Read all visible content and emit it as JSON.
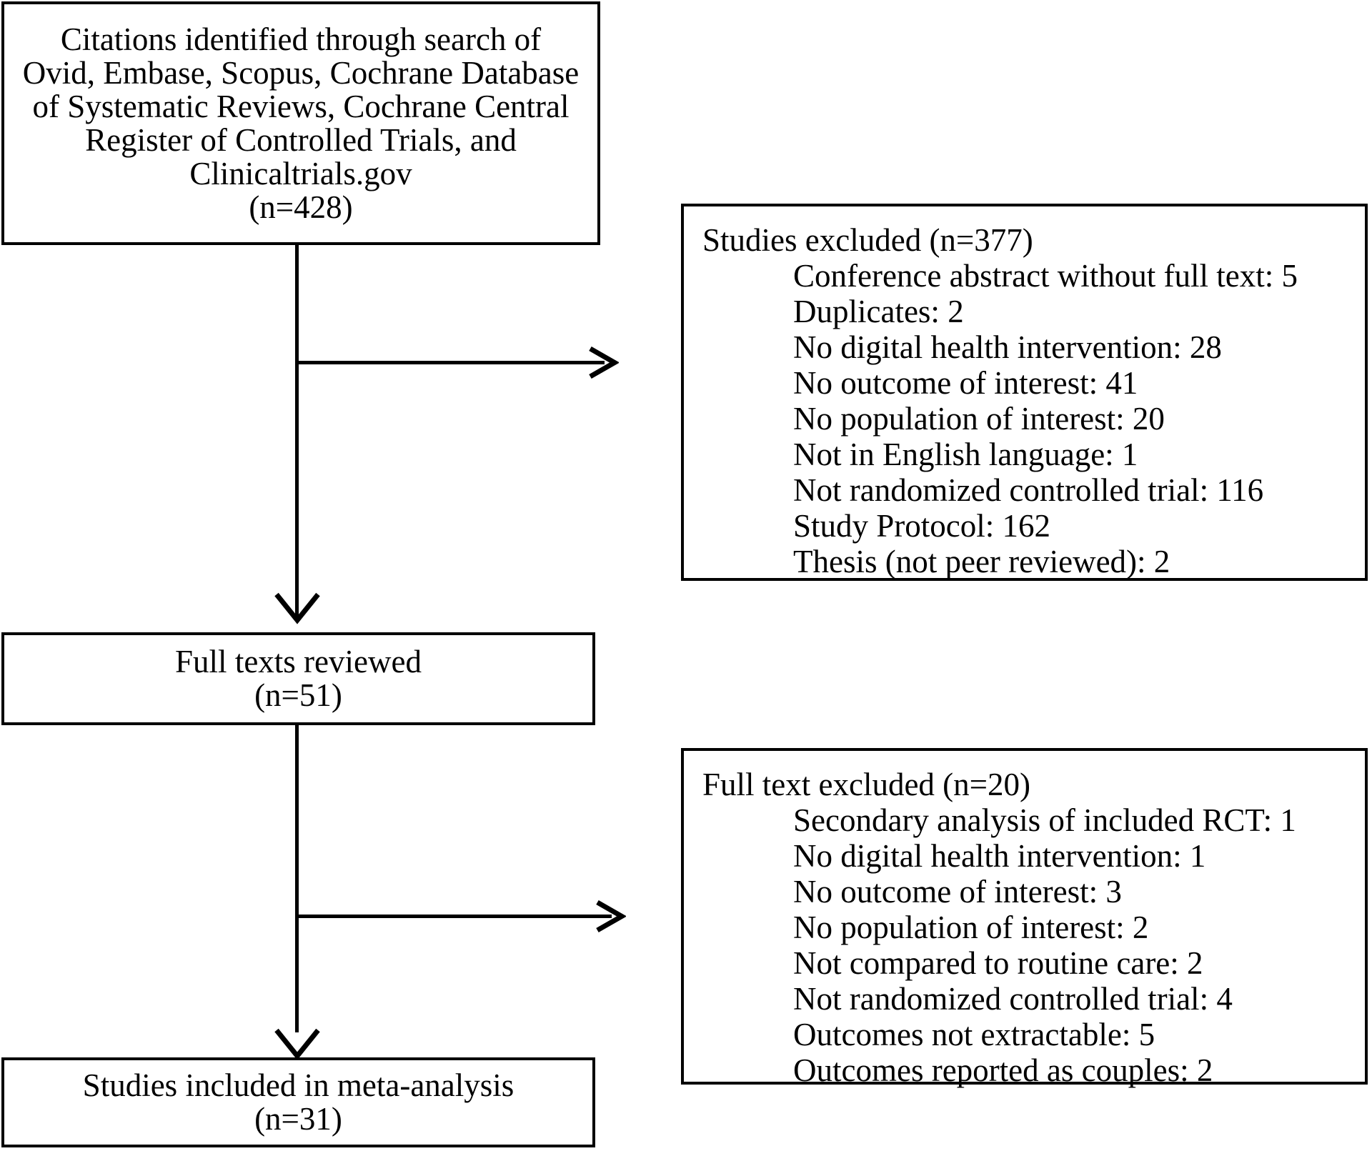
{
  "diagram": {
    "type": "prisma-flow-diagram",
    "boxes": {
      "identification": {
        "text": "Citations identified through search of\nOvid, Embase, Scopus, Cochrane Database\nof Systematic Reviews, Cochrane Central\nRegister of Controlled Trials, and\nClinicaltrials.gov\n(n=428)",
        "count": "(n=428)"
      },
      "screening_excluded": {
        "title": "Studies excluded (n=377)",
        "count": "(n=377)",
        "reasons": [
          "Conference abstract without full text: 5",
          "Duplicates: 2",
          "No digital health intervention: 28",
          "No outcome of interest: 41",
          "No population of interest: 20",
          "Not in English language: 1",
          "Not randomized controlled trial: 116",
          "Study Protocol: 162",
          "Thesis (not peer reviewed): 2"
        ]
      },
      "full_texts_reviewed": {
        "text": "Full texts reviewed\n(n=51)",
        "count": "(n=51)"
      },
      "full_text_excluded": {
        "title": "Full text excluded (n=20)",
        "count": "(n=20)",
        "reasons": [
          "Secondary analysis of included RCT: 1",
          "No digital health intervention: 1",
          "No outcome of interest: 3",
          "No population of interest: 2",
          "Not compared to routine care: 2",
          "Not randomized controlled trial: 4",
          "Outcomes not extractable: 5",
          "Outcomes reported as couples: 2"
        ]
      },
      "included": {
        "text": "Studies included in meta-analysis\n(n=31)",
        "count": "(n=31)"
      }
    },
    "connectors": {
      "stroke_color": "#000000",
      "arrow_1": "identification-to-screening-excluded",
      "arrow_2": "identification-to-full-texts-reviewed",
      "arrow_3": "full-texts-reviewed-to-full-text-excluded",
      "arrow_4": "full-texts-reviewed-to-included"
    }
  }
}
